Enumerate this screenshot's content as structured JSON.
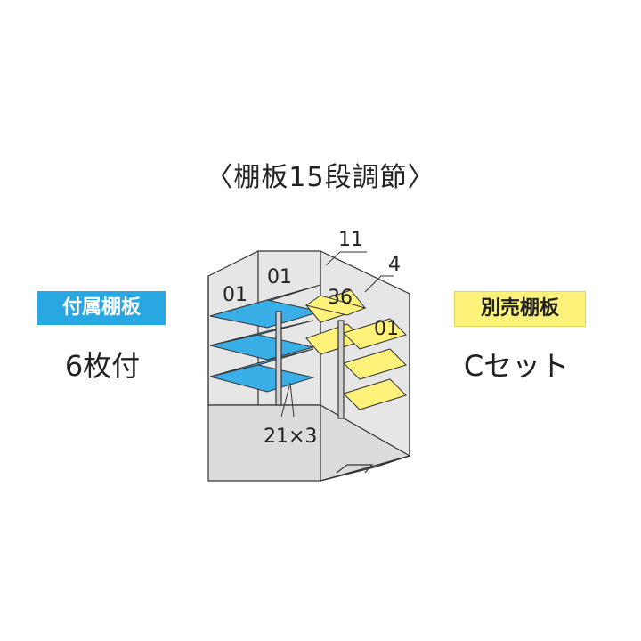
{
  "title": "〈棚板15段調節〉",
  "included": {
    "badge": "付属棚板",
    "count": "6枚付"
  },
  "sold_separately": {
    "badge": "別売棚板",
    "set": "Cセット"
  },
  "diagram": {
    "labels": {
      "left_shelf_code": "01",
      "center_shelf_code": "01",
      "right_shelf_code": "01",
      "top_eleven": "11",
      "top_four": "4",
      "thirty_six": "36",
      "bottom_multiplier": "21×3"
    },
    "colors": {
      "included_shelf": "#3aaee6",
      "sold_shelf": "#fff27a",
      "frame": "#e6e6e6",
      "outline": "#333333"
    }
  }
}
